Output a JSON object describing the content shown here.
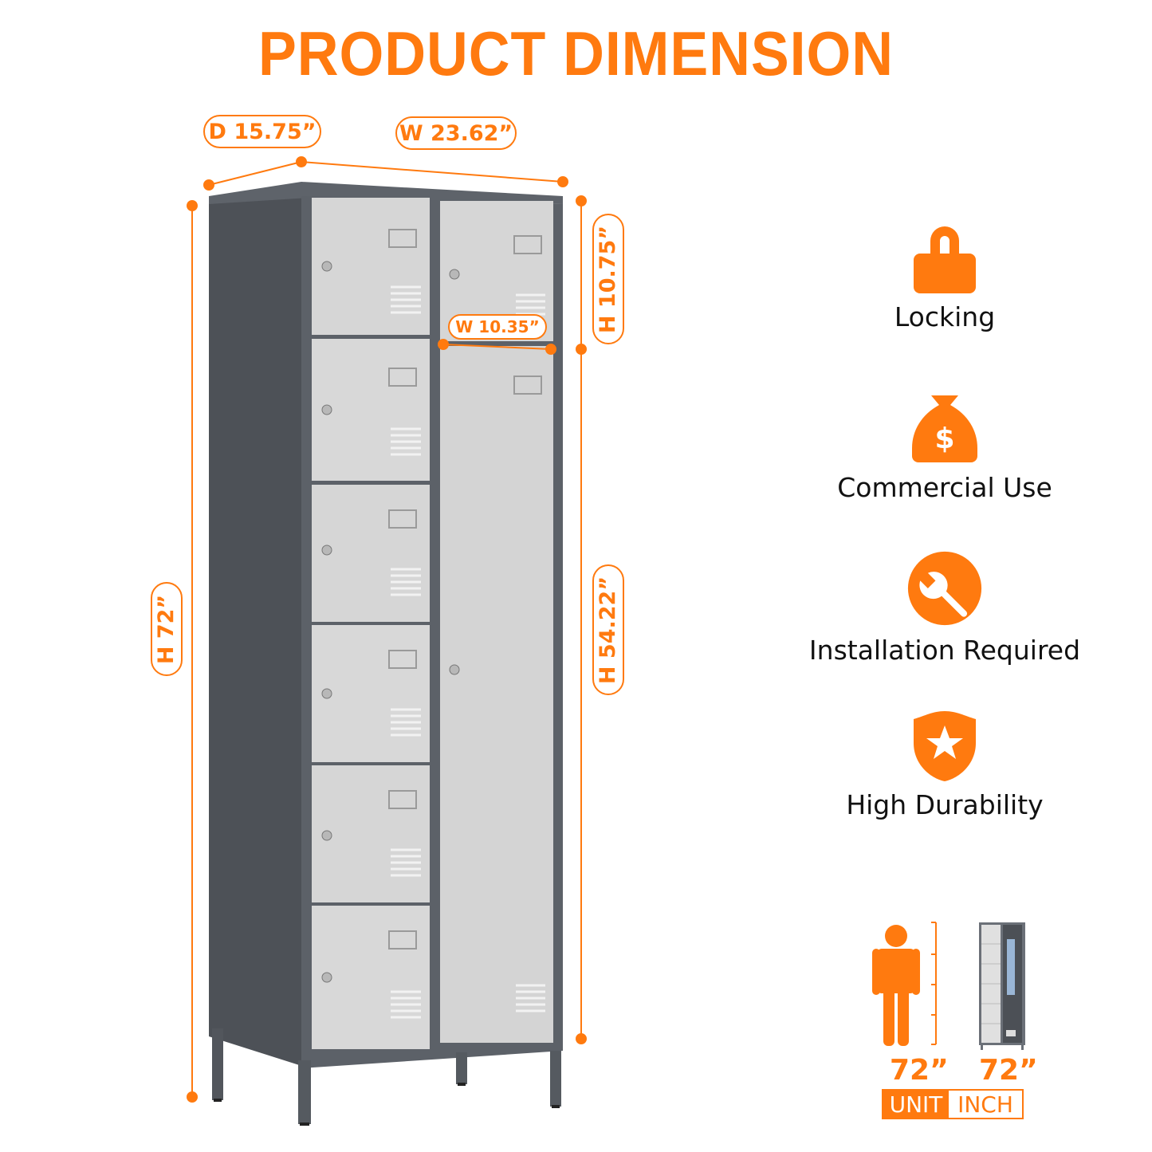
{
  "title": "PRODUCT DIMENSION",
  "colors": {
    "accent": "#ff7a0f",
    "cabinet_dark": "#4d5157",
    "door_light": "#d9d9d9",
    "text": "#111111"
  },
  "dimensions": {
    "depth": "D 15.75”",
    "width": "W 23.62”",
    "total_height": "H 72”",
    "locker_height": "H 10.75”",
    "locker_width": "W 10.35”",
    "tall_compartment_height": "H 54.22”"
  },
  "product": {
    "left_column_doors": 6,
    "right_column_doors": [
      "small top locker",
      "tall full-height door"
    ]
  },
  "features": [
    {
      "icon": "lock-icon",
      "label": "Locking"
    },
    {
      "icon": "money-bag-icon",
      "label": "Commercial Use"
    },
    {
      "icon": "wrench-icon",
      "label": "Installation Required"
    },
    {
      "icon": "shield-star-icon",
      "label": "High Durability"
    }
  ],
  "height_comparison": {
    "person_height": "72”",
    "cabinet_height": "72”",
    "unit_label": "UNIT",
    "unit_value": "INCH"
  }
}
